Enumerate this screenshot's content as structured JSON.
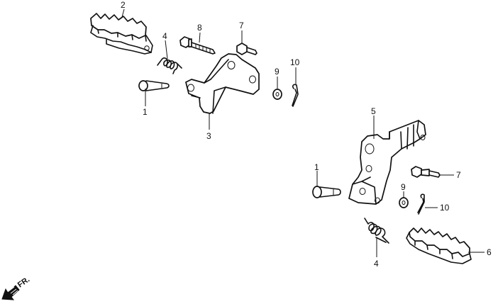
{
  "callouts": {
    "c2": "2",
    "c4_left": "4",
    "c8": "8",
    "c7_left": "7",
    "c9_left": "9",
    "c10_left": "10",
    "c1_left": "1",
    "c3": "3",
    "c5": "5",
    "c1_right": "1",
    "c7_right": "7",
    "c9_right": "9",
    "c10_right": "10",
    "c4_right": "4",
    "c6": "6"
  },
  "direction_marker": {
    "label": "FR.",
    "icon": "arrow-left-down-icon"
  }
}
